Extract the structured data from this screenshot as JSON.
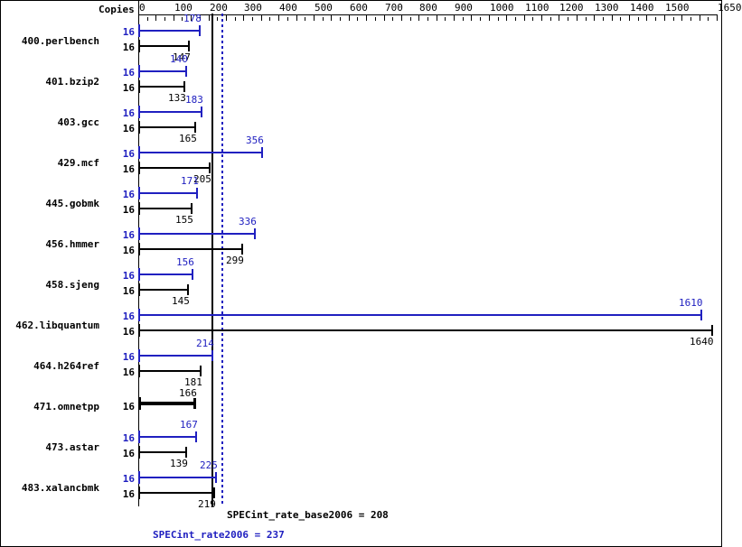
{
  "header": {
    "copies_label": "Copies"
  },
  "axis": {
    "min": 0,
    "max": 1650,
    "major_step": 100,
    "minor_step": 25,
    "tick_labels": [
      "0",
      "100",
      "200",
      "300",
      "400",
      "500",
      "600",
      "700",
      "800",
      "900",
      "1000",
      "1100",
      "1200",
      "1300",
      "1400",
      "1500",
      "1650"
    ],
    "tick_values": [
      0,
      100,
      200,
      300,
      400,
      500,
      600,
      700,
      800,
      900,
      1000,
      1100,
      1200,
      1300,
      1400,
      1500,
      1650
    ]
  },
  "colors": {
    "peak": "#2020c0",
    "base": "#000000",
    "background": "#ffffff"
  },
  "reference_lines": {
    "base_value": 208,
    "peak_value": 237
  },
  "footer": {
    "base_text": "SPECint_rate_base2006 = 208",
    "peak_text": "SPECint_rate2006 = 237"
  },
  "chart_data": {
    "type": "bar",
    "title": "",
    "xlabel": "",
    "ylabel": "",
    "xlim": [
      0,
      1650
    ],
    "grid": false,
    "orientation": "horizontal",
    "categories": [
      "400.perlbench",
      "401.bzip2",
      "403.gcc",
      "429.mcf",
      "445.gobmk",
      "456.hmmer",
      "458.sjeng",
      "462.libquantum",
      "464.h264ref",
      "471.omnetpp",
      "473.astar",
      "483.xalancbmk"
    ],
    "series": [
      {
        "name": "peak",
        "color": "#2020c0",
        "values": [
          178,
          140,
          183,
          356,
          171,
          336,
          156,
          1610,
          214,
          null,
          167,
          225
        ]
      },
      {
        "name": "base",
        "color": "#000000",
        "values": [
          147,
          133,
          165,
          205,
          155,
          299,
          145,
          1640,
          181,
          166,
          139,
          219
        ]
      }
    ],
    "copies": {
      "peak": [
        16,
        16,
        16,
        16,
        16,
        16,
        16,
        16,
        16,
        null,
        16,
        16
      ],
      "base": [
        16,
        16,
        16,
        16,
        16,
        16,
        16,
        16,
        16,
        16,
        16,
        16
      ]
    },
    "rows": [
      {
        "name": "400.perlbench",
        "peak_copies": "16",
        "peak": 178,
        "base_copies": "16",
        "base": 147
      },
      {
        "name": "401.bzip2",
        "peak_copies": "16",
        "peak": 140,
        "base_copies": "16",
        "base": 133
      },
      {
        "name": "403.gcc",
        "peak_copies": "16",
        "peak": 183,
        "base_copies": "16",
        "base": 165
      },
      {
        "name": "429.mcf",
        "peak_copies": "16",
        "peak": 356,
        "base_copies": "16",
        "base": 205
      },
      {
        "name": "445.gobmk",
        "peak_copies": "16",
        "peak": 171,
        "base_copies": "16",
        "base": 155
      },
      {
        "name": "456.hmmer",
        "peak_copies": "16",
        "peak": 336,
        "base_copies": "16",
        "base": 299
      },
      {
        "name": "458.sjeng",
        "peak_copies": "16",
        "peak": 156,
        "base_copies": "16",
        "base": 145
      },
      {
        "name": "462.libquantum",
        "peak_copies": "16",
        "peak": 1610,
        "base_copies": "16",
        "base": 1640
      },
      {
        "name": "464.h264ref",
        "peak_copies": "16",
        "peak": 214,
        "base_copies": "16",
        "base": 181
      },
      {
        "name": "471.omnetpp",
        "peak_copies": null,
        "peak": null,
        "base_copies": "16",
        "base": 166
      },
      {
        "name": "473.astar",
        "peak_copies": "16",
        "peak": 167,
        "base_copies": "16",
        "base": 139
      },
      {
        "name": "483.xalancbmk",
        "peak_copies": "16",
        "peak": 225,
        "base_copies": "16",
        "base": 219
      }
    ]
  }
}
